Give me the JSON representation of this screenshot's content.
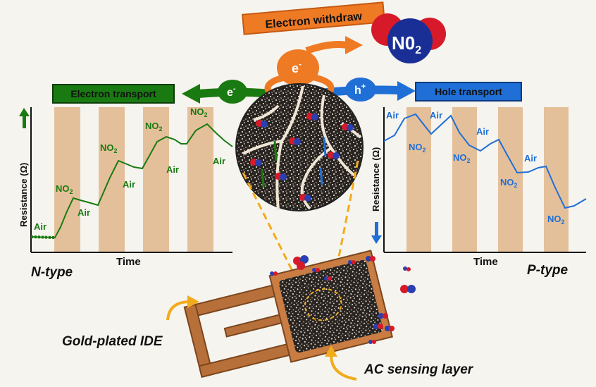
{
  "colors": {
    "green": "#1a7a12",
    "blue": "#1f6fd6",
    "orange": "#ef7a24",
    "tan": "#e4c09a",
    "copper": "#b8703a",
    "gold": "#f2ab1b"
  },
  "top": {
    "electron_withdraw": "Electron withdraw",
    "electron_symbol": "e",
    "electron_sup": "-",
    "no2_main": "N0",
    "no2_sub": "2"
  },
  "left_flow": {
    "banner": "Electron transport",
    "symbol": "e",
    "sup": "-"
  },
  "right_flow": {
    "banner": "Hole transport",
    "symbol": "h",
    "sup": "+"
  },
  "n_type": {
    "type_label": "N-type",
    "xlabel": "Time",
    "ylabel": "Resistance (Ω)",
    "annotations": [
      "Air",
      "NO",
      "Air",
      "NO",
      "Air",
      "NO",
      "Air",
      "NO",
      "Air"
    ],
    "sub": "2"
  },
  "p_type": {
    "type_label": "P-type",
    "xlabel": "Time",
    "ylabel": "Resistance (Ω)",
    "annotations": [
      "Air",
      "Air",
      "Air",
      "Air",
      "NO",
      "NO",
      "NO",
      "NO"
    ],
    "sub": "2"
  },
  "bottom": {
    "ide_label": "Gold-plated IDE",
    "layer_label": "AC sensing layer"
  }
}
